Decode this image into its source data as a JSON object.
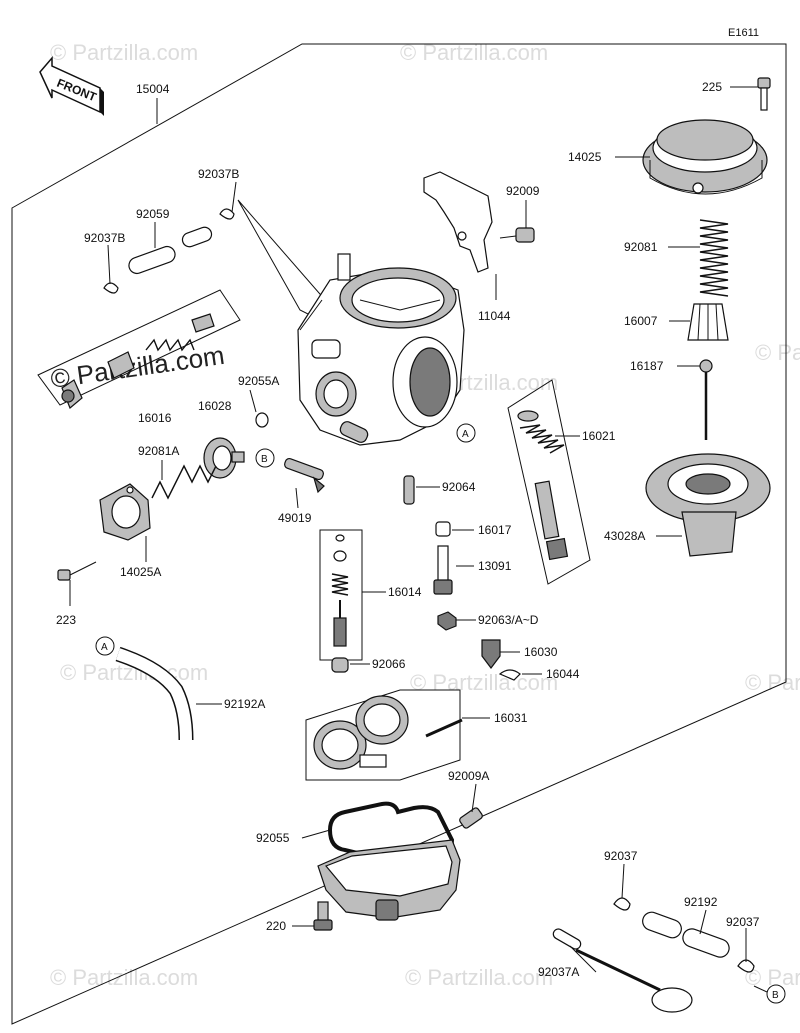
{
  "diagram": {
    "code": "E1611",
    "front_label": "FRONT",
    "watermark_text": "© Partzilla.com",
    "callouts": {
      "A": "A",
      "B": "B"
    },
    "part_numbers": {
      "p15004": "15004",
      "p225": "225",
      "p14025": "14025",
      "p92037B_top": "92037B",
      "p92009": "92009",
      "p92059": "92059",
      "p92037B_left": "92037B",
      "p92081": "92081",
      "p11044": "11044",
      "p16007": "16007",
      "p92055A": "92055A",
      "p16187": "16187",
      "p16016": "16016",
      "p16028": "16028",
      "p16021": "16021",
      "p92081A": "92081A",
      "p92064": "92064",
      "p49019": "49019",
      "p16017": "16017",
      "p43028A": "43028A",
      "p14025A": "14025A",
      "p13091": "13091",
      "p16014": "16014",
      "p223": "223",
      "p92063": "92063/A~D",
      "p16030": "16030",
      "p92066": "92066",
      "p16044": "16044",
      "p92192A": "92192A",
      "p16031": "16031",
      "p92009A": "92009A",
      "p92055": "92055",
      "p92037": "92037",
      "p92192": "92192",
      "p92037_r": "92037",
      "p220": "220",
      "p92037A": "92037A"
    }
  }
}
